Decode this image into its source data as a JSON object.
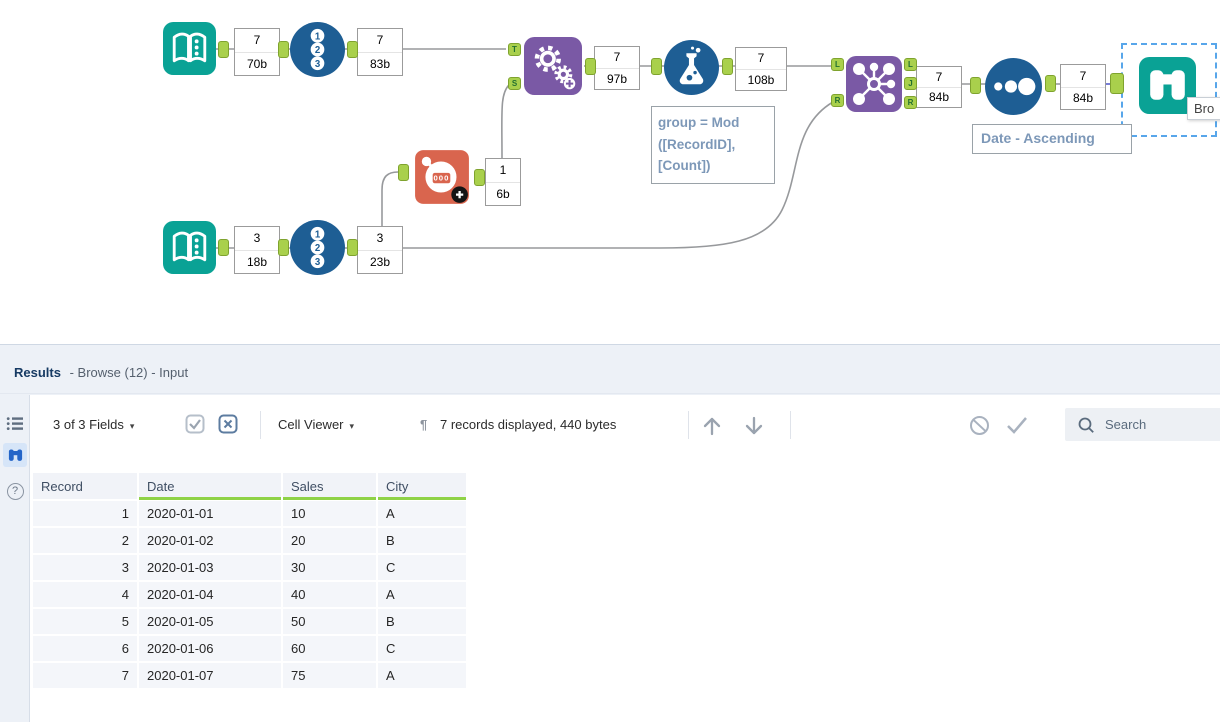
{
  "canvas": {
    "annotations": {
      "input1": {
        "records": "7",
        "bytes": "70b"
      },
      "recordid1": {
        "records": "7",
        "bytes": "83b"
      },
      "append": {
        "records": "7",
        "bytes": "97b"
      },
      "formula": {
        "records": "7",
        "bytes": "108b"
      },
      "join": {
        "records": "7",
        "bytes": "84b"
      },
      "sort": {
        "records": "7",
        "bytes": "84b"
      },
      "count": {
        "records": "1",
        "bytes": "6b"
      },
      "input2": {
        "records": "3",
        "bytes": "18b"
      },
      "recordid2": {
        "records": "3",
        "bytes": "23b"
      }
    },
    "comments": {
      "formula_line1": "group = Mod",
      "formula_line2": "([RecordID],",
      "formula_line3": "[Count])",
      "sort": "Date - Ascending"
    },
    "tooltip": "Bro",
    "anchors": {
      "t": "T",
      "s": "S",
      "l": "L",
      "j": "J",
      "r": "R"
    },
    "colors": {
      "teal": "#0aa295",
      "blue": "#1e5e94",
      "purple": "#7a59a5",
      "orange": "#d9654e",
      "anchor_green": "#a9d04c",
      "selection_blue": "#58a6ea",
      "selected_wire": "#4b53c8",
      "header_underline": "#8fd247"
    }
  },
  "results": {
    "title": "Results",
    "title_rest": "- Browse (12) - Input",
    "toolbar": {
      "fields": "3 of 3 Fields",
      "cell_viewer": "Cell Viewer",
      "status": "7 records displayed, 440 bytes",
      "search_placeholder": "Search"
    },
    "table": {
      "headers": [
        "Record",
        "Date",
        "Sales",
        "City"
      ],
      "rows": [
        {
          "record": "1",
          "date": "2020-01-01",
          "sales": "10",
          "city": "A"
        },
        {
          "record": "2",
          "date": "2020-01-02",
          "sales": "20",
          "city": "B"
        },
        {
          "record": "3",
          "date": "2020-01-03",
          "sales": "30",
          "city": "C"
        },
        {
          "record": "4",
          "date": "2020-01-04",
          "sales": "40",
          "city": "A"
        },
        {
          "record": "5",
          "date": "2020-01-05",
          "sales": "50",
          "city": "B"
        },
        {
          "record": "6",
          "date": "2020-01-06",
          "sales": "60",
          "city": "C"
        },
        {
          "record": "7",
          "date": "2020-01-07",
          "sales": "75",
          "city": "A"
        }
      ]
    }
  }
}
